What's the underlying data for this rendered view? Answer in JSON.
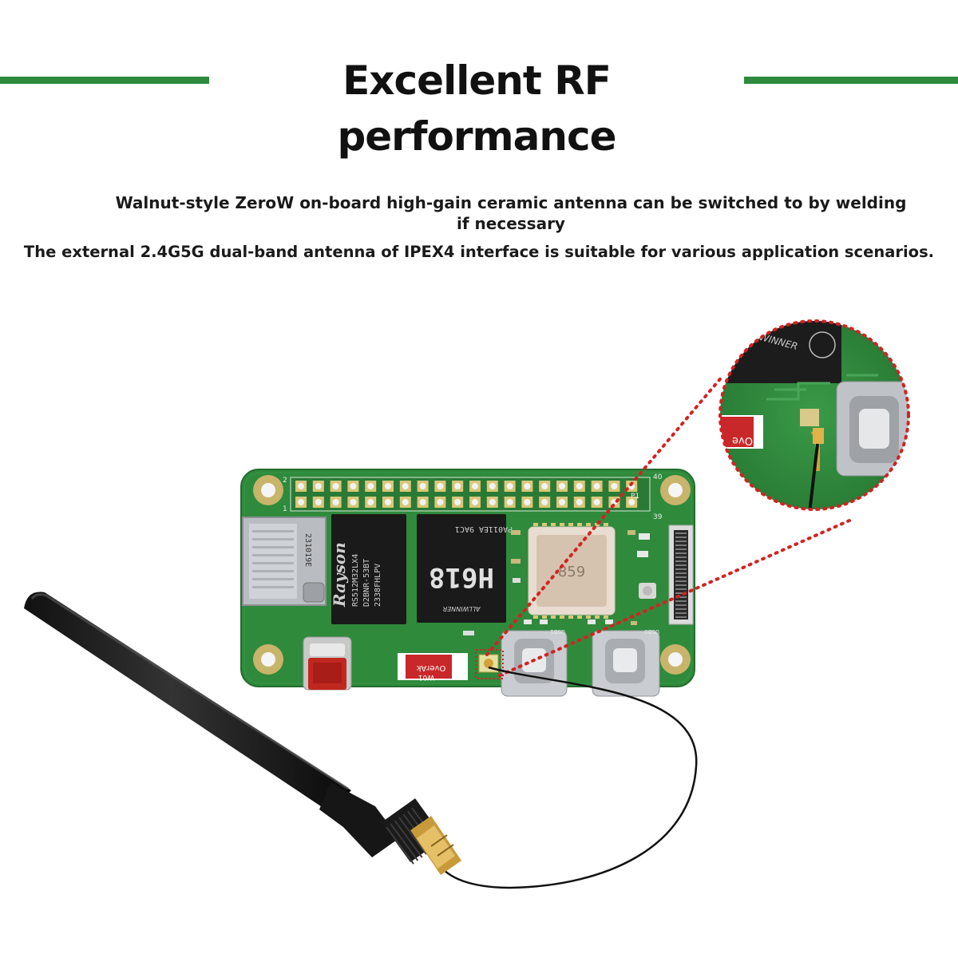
{
  "header": {
    "title": "Excellent RF performance",
    "line_color": "#2e8b3e"
  },
  "description": {
    "line1": "Walnut-style ZeroW on-board high-gain ceramic antenna can be switched to by welding if necessary",
    "line2": "The external 2.4G5G dual-band antenna of IPEX4 interface is suitable for various application scenarios."
  },
  "board": {
    "pcb_color": "#2f8a3c",
    "pin_label_top_left": "2",
    "pin_label_bottom_left": "1",
    "pin_label_top_right": "40",
    "pin_label_bottom_right": "39",
    "header_label": "P1",
    "memory_chip": {
      "brand": "Rayson",
      "line1": "RS512M32LX4",
      "line2": "D2BNR-53BT",
      "line3": "2338FHLPV"
    },
    "soc_chip": {
      "top": "PA011EA 9AC1",
      "model": "H618",
      "brand": "ALLWINNER"
    },
    "wifi_module": {
      "label": "859"
    },
    "sd_label": "231019E",
    "badge": {
      "line1": "OverAk",
      "line2": "W01"
    },
    "usb_labels": [
      "USB1",
      "USB0"
    ]
  },
  "zoom_inset": {
    "brand": "ALLWINNER",
    "badge_text": "Ove",
    "dot_color": "#d32222"
  }
}
